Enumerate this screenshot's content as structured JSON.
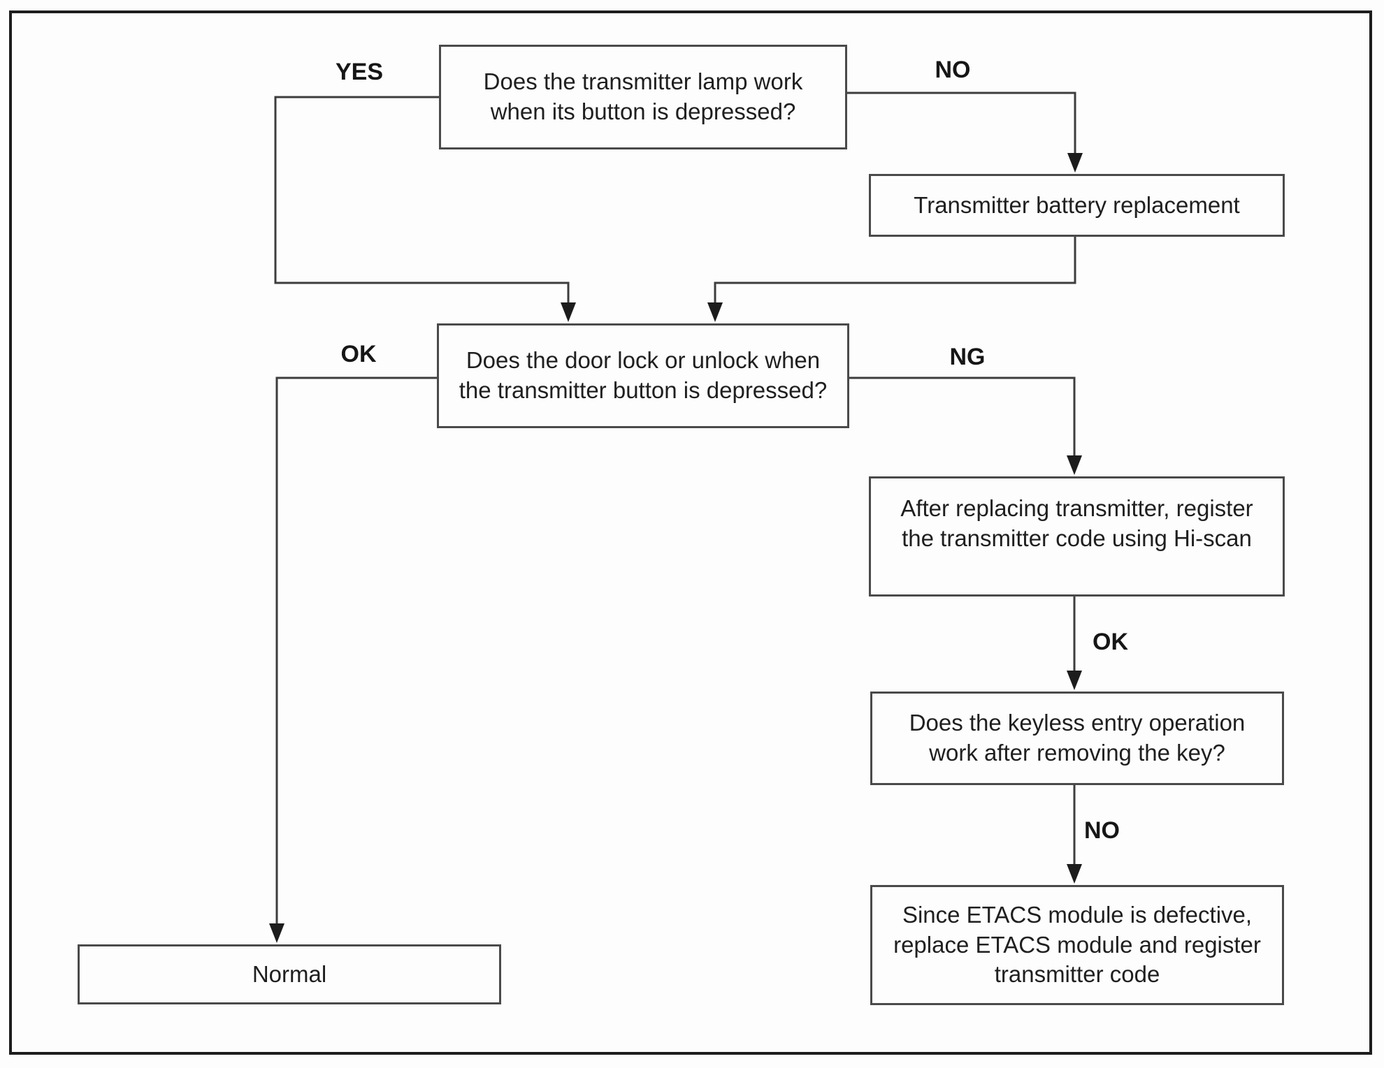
{
  "colors": {
    "frame_border": "#1d1d1d",
    "box_border": "#4a4a4a",
    "connector_line": "#3d3d3d",
    "arrowhead": "#1c1c1c",
    "text": "#1f1f1f",
    "background": "#fdfdfd"
  },
  "nodes": {
    "lamp_check": {
      "text": "Does the transmitter lamp work\nwhen its button is depressed?"
    },
    "battery_replace": {
      "text": "Transmitter battery replacement"
    },
    "door_lock_check": {
      "text": "Does the door lock or unlock when\nthe transmitter button is depressed?"
    },
    "register_code": {
      "text": "After replacing transmitter, register\nthe transmitter code using Hi-scan"
    },
    "keyless_check": {
      "text": "Does the keyless entry operation\nwork after removing the key?"
    },
    "etacs_replace": {
      "text": "Since ETACS module is defective,\nreplace ETACS module and register\ntransmitter code"
    },
    "normal": {
      "text": "Normal"
    }
  },
  "edge_labels": {
    "yes": "YES",
    "no_top": "NO",
    "ok_left": "OK",
    "ng": "NG",
    "ok_right": "OK",
    "no_right": "NO"
  }
}
